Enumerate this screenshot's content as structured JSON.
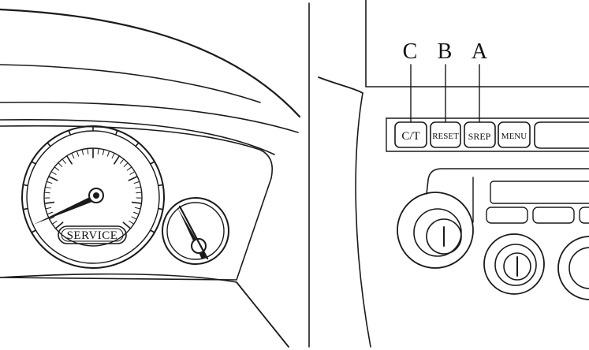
{
  "left_panel": {
    "service_label": "SERVICE"
  },
  "right_panel": {
    "callouts": [
      {
        "id": "C",
        "label": "C"
      },
      {
        "id": "B",
        "label": "B"
      },
      {
        "id": "A",
        "label": "A"
      }
    ],
    "buttons": [
      {
        "id": "ct",
        "label": "C/T"
      },
      {
        "id": "reset",
        "label": "RESET"
      },
      {
        "id": "srep",
        "label": "SREP"
      },
      {
        "id": "menu",
        "label": "MENU"
      }
    ]
  }
}
